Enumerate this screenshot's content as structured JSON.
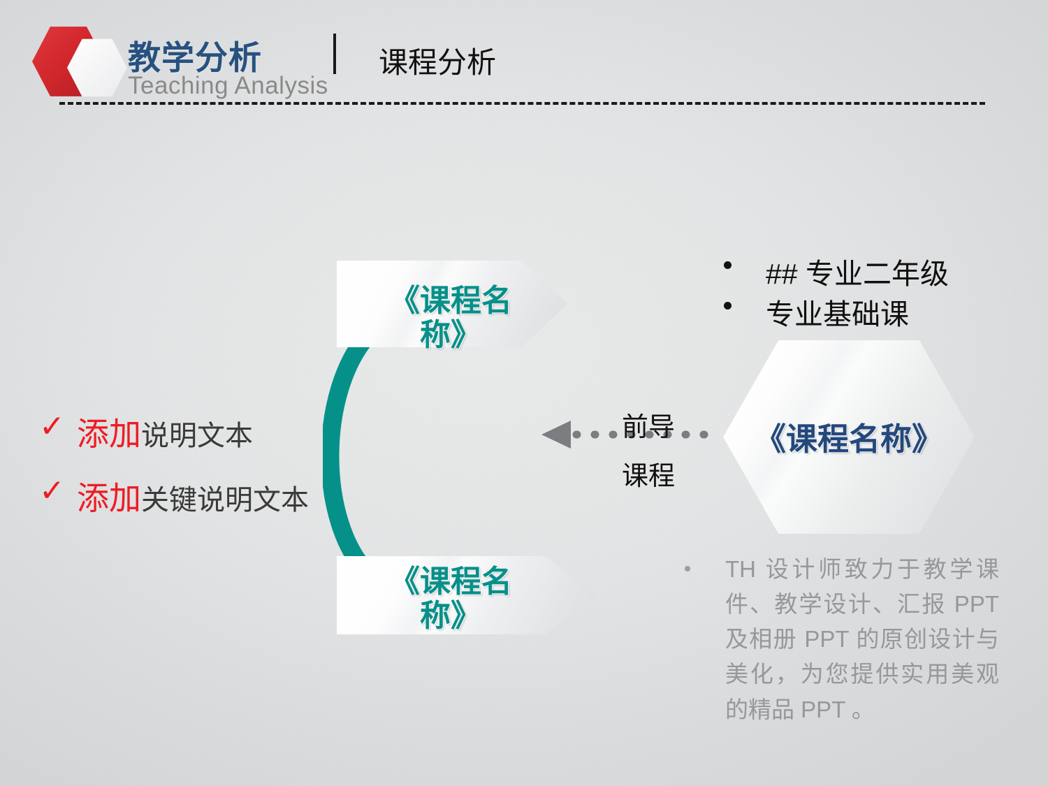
{
  "header": {
    "logo_icon": "hexagon-logo",
    "title_zh": "教学分析",
    "title_en": "Teaching Analysis",
    "subtitle": "课程分析",
    "title_color": "#27517f",
    "subtitle_color": "#101010",
    "accent_red": "#d2272c"
  },
  "checklist": {
    "items": [
      {
        "icon": "check-icon",
        "emphasis": "添加",
        "rest": "说明文本"
      },
      {
        "icon": "check-icon",
        "emphasis": "添加",
        "rest": "关键说明文本"
      }
    ],
    "emphasis_color": "#ee1c25",
    "text_color": "#3a3a3a"
  },
  "flow": {
    "arrow_top_label": "《课程名\n称》",
    "arrow_bottom_label": "《课程名\n称》",
    "arrow_text_color": "#069089",
    "connector_color": "#059189",
    "connector_icon": "teal-arc-connector"
  },
  "relation": {
    "arrow_icon": "dotted-left-arrow",
    "label_line1": "前导",
    "label_line2": "课程",
    "arrow_color": "#7b7e81"
  },
  "hexagon_card": {
    "label": "《课程名称》",
    "label_color": "#23487c"
  },
  "course_info": {
    "bullets": [
      "##  专业二年级",
      "专业基础课"
    ],
    "bullet_color": "#111111"
  },
  "note": {
    "bullet_icon": "bullet-dot",
    "text": "TH 设计师致力于教学课件、教学设计、汇报 PPT 及相册 PPT 的原创设计与美化，为您提供实用美观的精品 PPT 。",
    "text_color": "#95989c"
  }
}
